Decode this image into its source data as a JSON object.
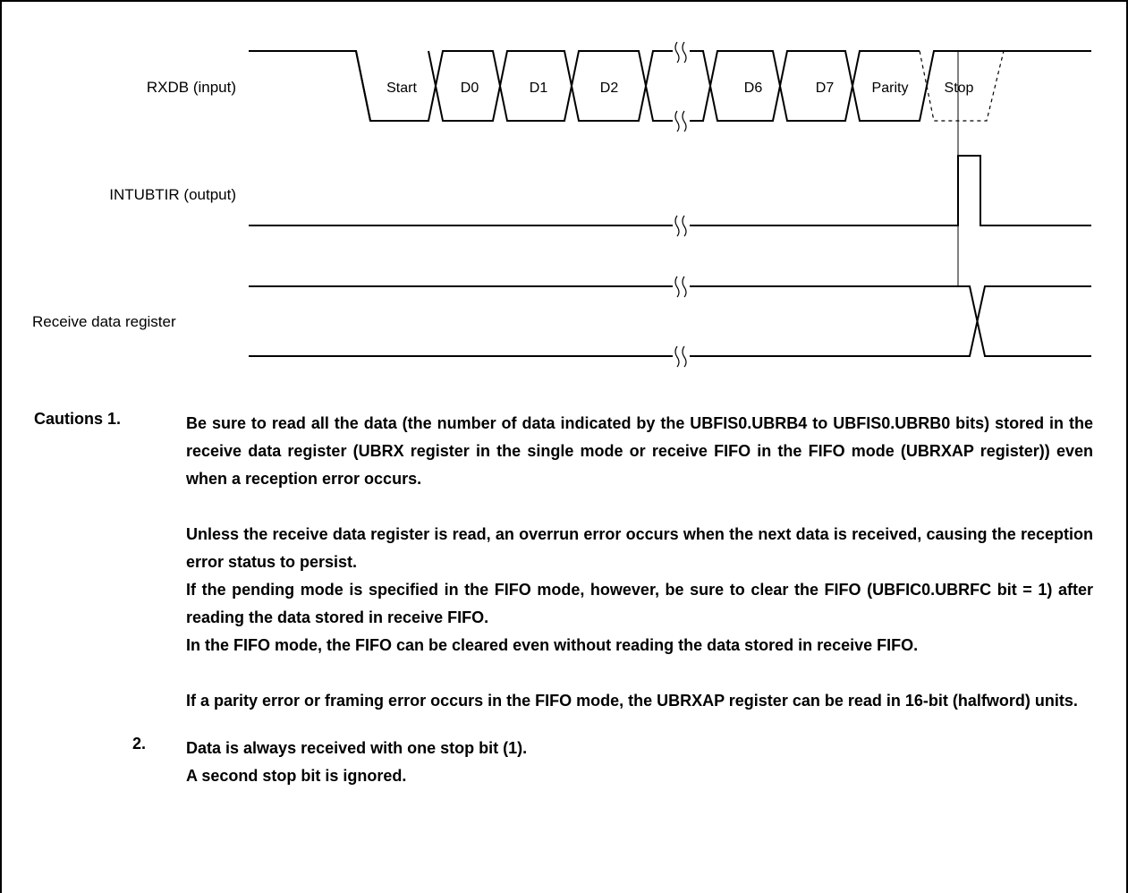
{
  "signals": {
    "rxdb": "RXDB (input)",
    "intubtir": "INTUBTIR (output)",
    "rdr": "Receive data register"
  },
  "cells": [
    "Start",
    "D0",
    "D1",
    "D2",
    "D6",
    "D7",
    "Parity",
    "Stop"
  ],
  "cautions": {
    "heading": "Cautions 1.",
    "item1": [
      "Be sure to read all the data (the number of data indicated by the UBFIS0.UBRB4 to UBFIS0.UBRB0 bits) stored in the receive data register (UBRX register in the single mode or receive FIFO in the FIFO mode (UBRXAP register)) even when a reception error occurs.",
      "Unless the receive data register is read, an overrun error occurs when the next data is received, causing the reception error status to persist.",
      "If the pending mode is specified in the FIFO mode, however, be sure to clear the FIFO (UBFIC0.UBRFC bit = 1) after reading the data stored in receive FIFO.",
      "In the FIFO mode, the FIFO can be cleared even without reading the data stored in receive FIFO.",
      "If a parity error or framing error occurs in the FIFO mode, the UBRXAP register can be read in 16-bit (halfword) units."
    ],
    "item2_number": "2.",
    "item2": [
      "Data is always received with one stop bit (1).",
      "A second stop bit is ignored."
    ]
  }
}
